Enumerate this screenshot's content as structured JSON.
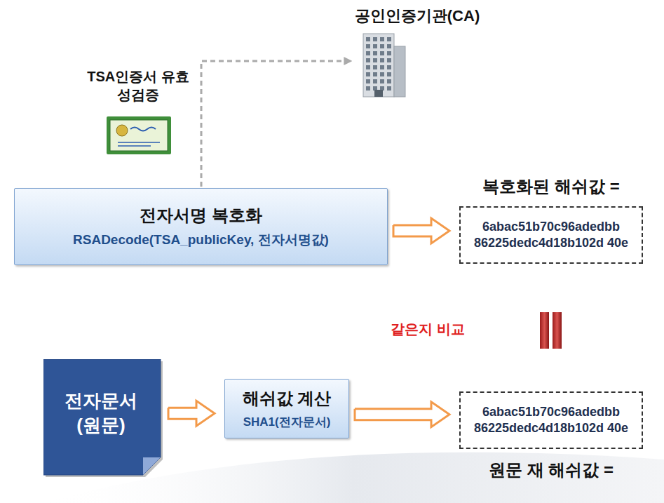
{
  "diagram": {
    "nodes": [
      {
        "text": [
          "공인인증기관(CA)"
        ]
      },
      {
        "text": [
          "전자서명 복호화",
          "RSADecode(TSA_publicKey, 전자서명값)"
        ]
      },
      {
        "text": [
          "복호화된 해쉬값 =",
          "6abac51b70c96adedbb 86225dedc4d18b102d 40e"
        ]
      },
      {
        "text": [
          "전자문서 (원문)"
        ]
      },
      {
        "text": [
          "해쉬값 계산",
          "SHA1(전자문서)"
        ]
      },
      {
        "text": [
          "6abac51b70c96adedbb 86225dedc4d18b102d 40e",
          "원문 재 해쉬값 ="
        ]
      }
    ],
    "edges": [
      {
        "from": 1,
        "to": 0,
        "arrow": "to",
        "label": "TSA인증서 유효성검증"
      },
      {
        "from": 1,
        "to": 2,
        "arrow": "to"
      },
      {
        "from": 3,
        "to": 4,
        "arrow": "to"
      },
      {
        "from": 4,
        "to": 5,
        "arrow": "to"
      }
    ],
    "labels": [
      "같은지 비교"
    ]
  }
}
